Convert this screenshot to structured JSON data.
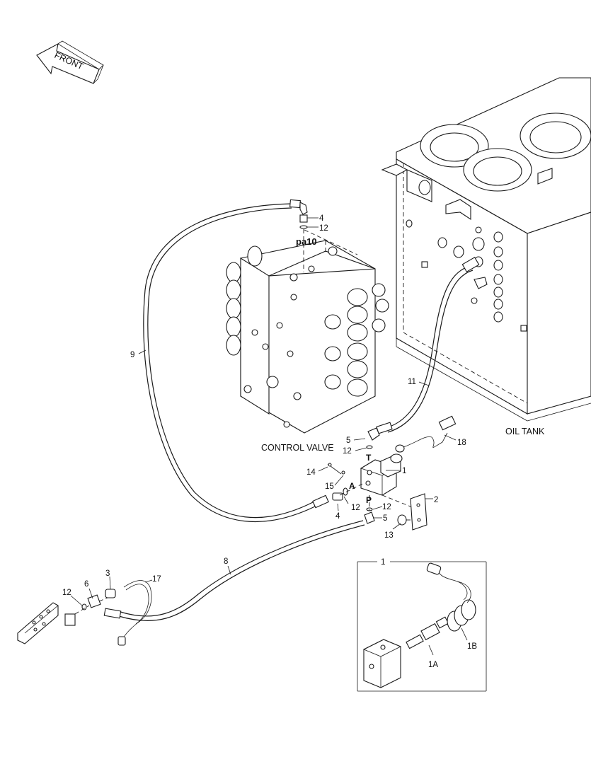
{
  "front_arrow": {
    "label": "FRONT"
  },
  "components": {
    "control_valve": "CONTROL VALVE",
    "oil_tank": "OIL TANK",
    "pilot_port": "pa10"
  },
  "ports": {
    "t": "T",
    "a": "A",
    "p": "P"
  },
  "callouts": {
    "c4_top": "4",
    "c12_top": "12",
    "c9": "9",
    "c11": "11",
    "c5_top": "5",
    "c12_mid": "12",
    "c18": "18",
    "c14": "14",
    "c1_main": "1",
    "c15": "15",
    "c12_a": "12",
    "c4_bot": "4",
    "c2": "2",
    "c12_p": "12",
    "c5_bot": "5",
    "c13": "13",
    "c8": "8",
    "c3": "3",
    "c6": "6",
    "c12_left": "12",
    "c17": "17"
  },
  "detail": {
    "title": "1",
    "solenoid_valve": "1A",
    "coil": "1B"
  }
}
